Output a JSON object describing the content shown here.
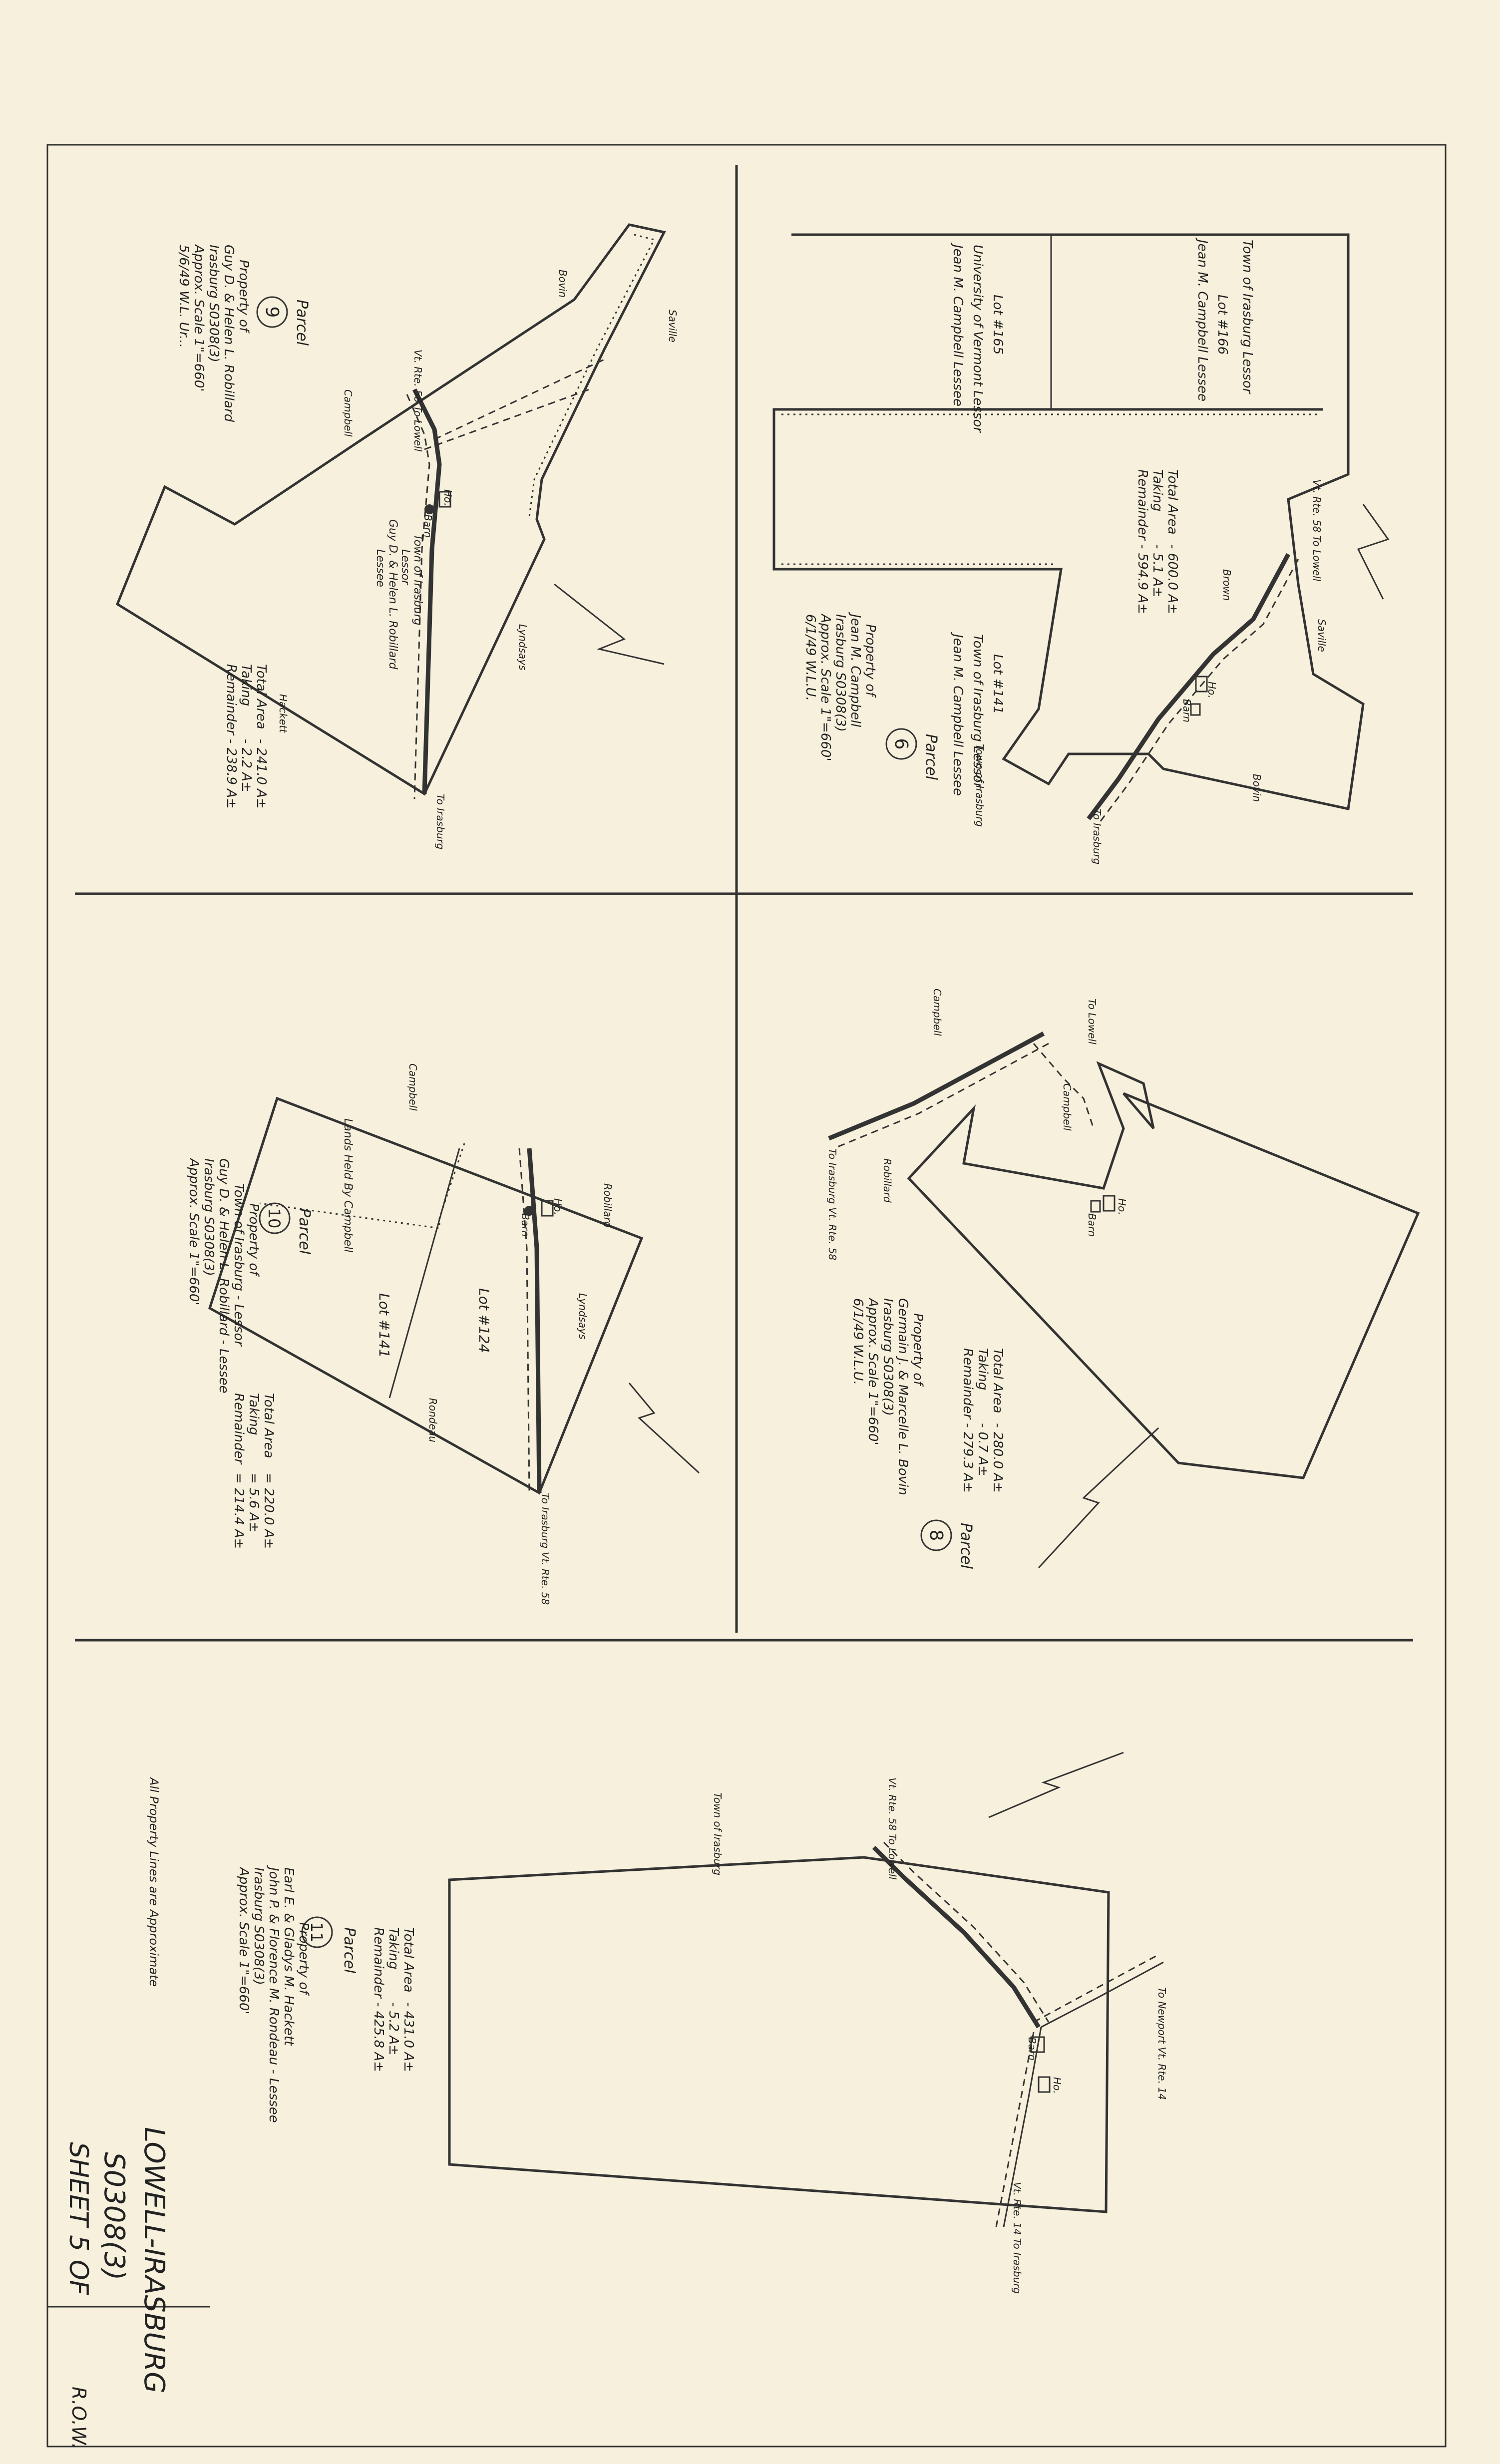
{
  "sheet": {
    "title_block": {
      "project": "LOWELL-IRASBURG",
      "number": "S0308(3)",
      "sheet": "SHEET 5 OF",
      "row": "R.O.W."
    },
    "note": "All Property Lines are Approximate"
  },
  "parcels": {
    "p6": {
      "parcel_label": "Parcel",
      "parcel_number": "6",
      "owner": [
        "Property of",
        "Jean M. Campbell",
        "Irasburg S0308(3)",
        "Approx. Scale 1\"=660'",
        "6/1/49 W.L.U."
      ],
      "areas": [
        {
          "label": "Total Area",
          "value": "- 600.0 A±"
        },
        {
          "label": "Taking",
          "value": "- 5.1 A±"
        },
        {
          "label": "Remainder",
          "value": "- 594.9 A±"
        }
      ],
      "lots": [
        {
          "name": "Lot #166",
          "lines": [
            "Town of Irasburg Lessor",
            "Jean M. Campbell Lessee"
          ]
        },
        {
          "name": "Lot #165",
          "lines": [
            "University of Vermont Lessor",
            "Jean M. Campbell Lessee"
          ]
        },
        {
          "name": "Lot #141",
          "lines": [
            "Town of Irasburg Lessor",
            "Jean M. Campbell Lessee"
          ]
        }
      ],
      "neighbors": [
        "Saville",
        "Brown",
        "Bovin",
        "Town of Irasburg"
      ],
      "roads": [
        "Vt. Rte. 58 To Lowell",
        "To Irasburg"
      ],
      "buildings": [
        "Barn",
        "Ho."
      ]
    },
    "p9": {
      "parcel_label": "Parcel",
      "parcel_number": "9",
      "owner": [
        "Property of",
        "Guy D. & Helen L. Robillard",
        "Irasburg S0308(3)",
        "Approx. Scale 1\"=660'",
        "5/6/49 W.L. Ur..."
      ],
      "areas": [
        {
          "label": "Total Area",
          "value": "- 241.0 A±"
        },
        {
          "label": "Taking",
          "value": "- 2.2 A±"
        },
        {
          "label": "Remainder",
          "value": "- 238.9 A±"
        }
      ],
      "lots": [
        {
          "name": "Town of Irasburg",
          "lines": [
            "Lessor",
            "Guy D. & Helen L. Robillard",
            "Lessee"
          ]
        }
      ],
      "neighbors": [
        "Bovin",
        "Saville",
        "Campbell",
        "Lyndsays",
        "Hackett"
      ],
      "roads": [
        "Vt. Rte. 58 To Lowell",
        "To Irasburg"
      ],
      "buildings": [
        "Barn",
        "Ho."
      ]
    },
    "p8": {
      "parcel_label": "Parcel",
      "parcel_number": "8",
      "owner": [
        "Property of",
        "Germain J. & Marcelle L. Bovin",
        "Irasburg S0308(3)",
        "Approx. Scale 1\"=660'",
        "6/1/49 W.L.U."
      ],
      "areas": [
        {
          "label": "Total Area",
          "value": "- 280.0 A±"
        },
        {
          "label": "Taking",
          "value": "- 0.7 A±"
        },
        {
          "label": "Remainder",
          "value": "- 279.3 A±"
        }
      ],
      "neighbors": [
        "Campbell",
        "Robillard"
      ],
      "roads": [
        "To Lowell",
        "To Irasburg Vt. Rte. 58"
      ],
      "buildings": [
        "Ho.",
        "Barn"
      ]
    },
    "p10": {
      "parcel_label": "Parcel",
      "parcel_number": "10",
      "owner": [
        "Property of",
        "Town of Irasburg - Lessor",
        "Guy D. & Helen L. Robillard - Lessee",
        "Irasburg S0308(3)",
        "Approx. Scale 1\"=660'"
      ],
      "areas": [
        {
          "label": "Total Area",
          "value": "= 220.0 A±"
        },
        {
          "label": "Taking",
          "value": "= 5.6 A±"
        },
        {
          "label": "Remainder",
          "value": "= 214.4 A±"
        }
      ],
      "lots": [
        {
          "name": "Lot #141",
          "lines": []
        },
        {
          "name": "Lot #124",
          "lines": []
        },
        {
          "name": "Lands Held By Campbell",
          "lines": []
        }
      ],
      "neighbors": [
        "Campbell",
        "Robillard",
        "Lyndsays",
        "Rondeau"
      ],
      "roads": [
        "To Irasburg Vt. Rte. 58"
      ],
      "buildings": [
        "Barn",
        "Ho."
      ]
    },
    "p11": {
      "parcel_label": "Parcel",
      "parcel_number": "11",
      "owner": [
        "Property of",
        "Earl E. & Gladys M. Hackett",
        "John P. & Florence M. Rondeau - Lessee",
        "Irasburg S0308(3)",
        "Approx. Scale 1\"=660'"
      ],
      "areas": [
        {
          "label": "Total Area",
          "value": "- 431.0 A±"
        },
        {
          "label": "Taking",
          "value": "- 5.2 A±"
        },
        {
          "label": "Remainder",
          "value": "- 425.8 A±"
        }
      ],
      "neighbors": [
        "Town of Irasburg"
      ],
      "roads": [
        "Vt. Rte. 58 To Lowell",
        "To Newport Vt. Rte. 14",
        "Vt. Rte. 14 To Irasburg"
      ],
      "buildings": [
        "Barn",
        "Ho."
      ]
    }
  }
}
